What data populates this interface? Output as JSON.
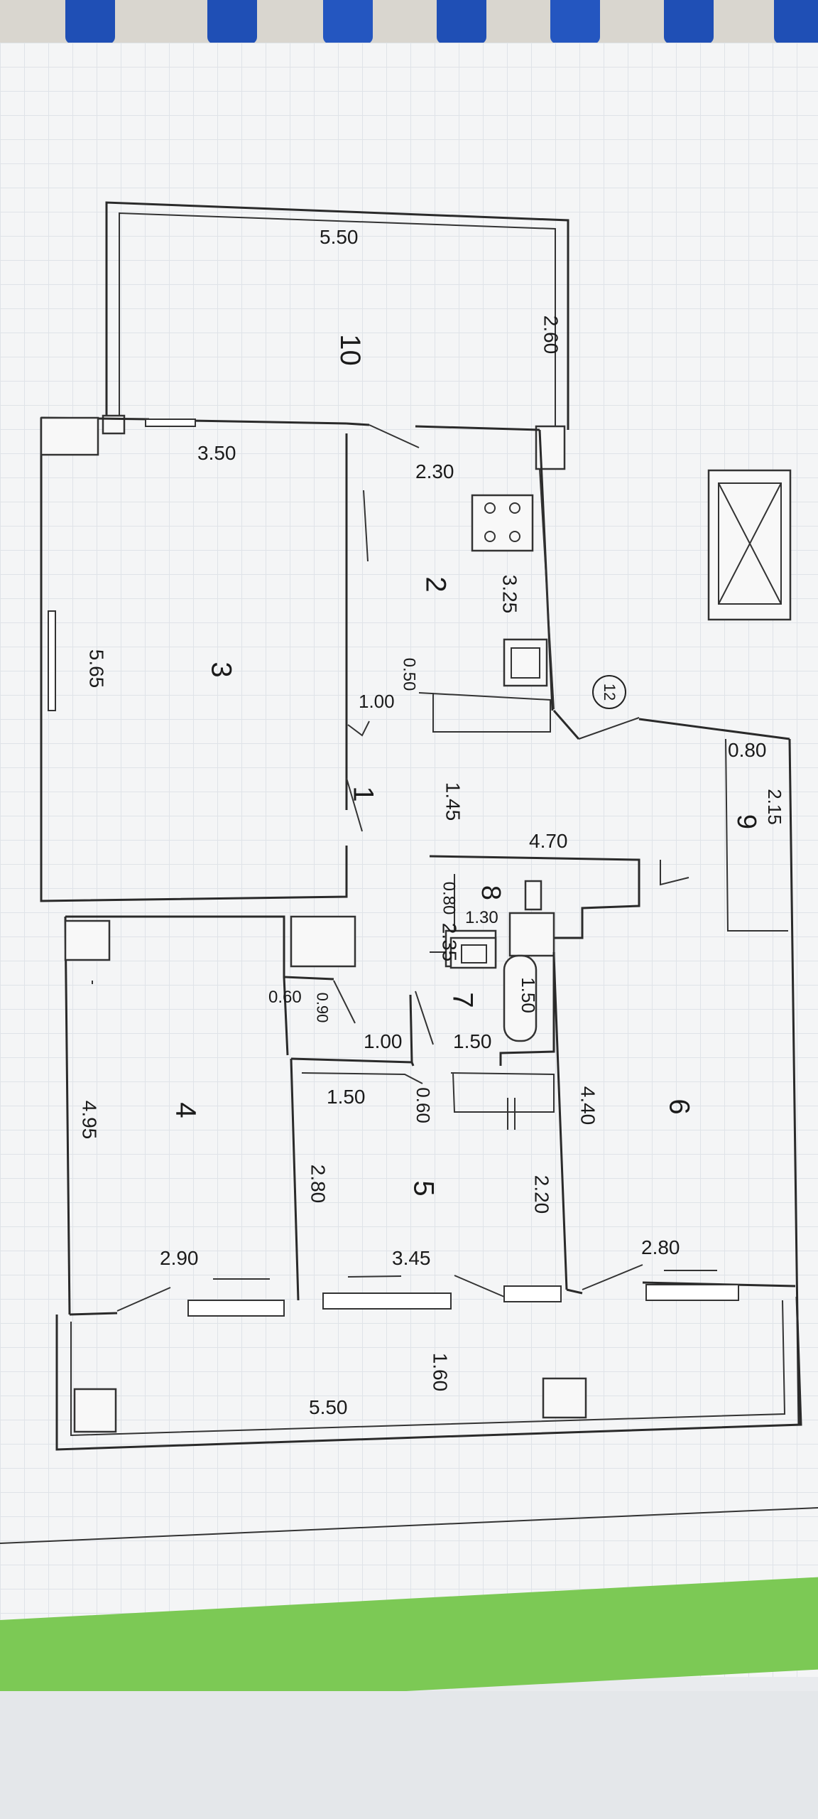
{
  "image": {
    "colors": {
      "paper": "#f4f5f6",
      "grid": "#dfe3e8",
      "lines": "#2a2a2a",
      "binder_ring": "#1f4fb5",
      "tape": "#7cc955"
    }
  },
  "floorplan": {
    "rooms": [
      {
        "number": "1"
      },
      {
        "number": "2"
      },
      {
        "number": "3"
      },
      {
        "number": "4"
      },
      {
        "number": "5"
      },
      {
        "number": "6"
      },
      {
        "number": "7"
      },
      {
        "number": "8"
      },
      {
        "number": "9"
      },
      {
        "number": "10"
      }
    ],
    "apartment_number": "12",
    "dimensions": [
      "5.50",
      "2.60",
      "3.50",
      "2.30",
      "3.25",
      "5.65",
      "0.50",
      "1.00",
      "1.45",
      "4.70",
      "0.80",
      "2.15",
      "0.80",
      "1.30",
      "2.35",
      "1.50",
      "0.60",
      "0.90",
      "1.00",
      "1.50",
      "1.50",
      "0.60",
      "4.40",
      "4.95",
      "2.80",
      "2.20",
      "2.90",
      "3.45",
      "2.80",
      "1.60",
      "5.50"
    ]
  }
}
